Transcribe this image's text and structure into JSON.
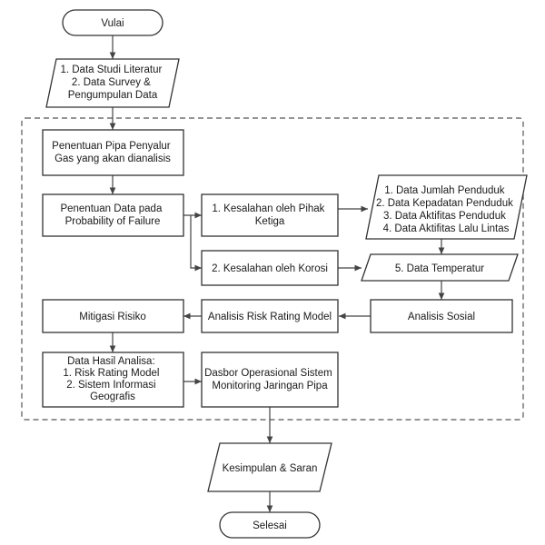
{
  "nodes": {
    "start": [
      "Vulai"
    ],
    "input_data": [
      "1. Data Studi Literatur",
      "2. Data Survey &",
      "Pengumpulan Data"
    ],
    "penentuan_pipa": [
      "Penentuan Pipa Penyalur",
      "Gas yang akan dianalisis"
    ],
    "penentuan_data": [
      "Penentuan Data pada",
      "Probability of Failure"
    ],
    "kesalahan_pihak": [
      "1. Kesalahan oleh Pihak",
      "Ketiga"
    ],
    "kesalahan_korosi": [
      "2. Kesalahan oleh Korosi"
    ],
    "data_penduduk": [
      "1. Data Jumlah Penduduk",
      "2. Data Kepadatan Penduduk",
      "3. Data Aktifitas Penduduk",
      "4. Data Aktifitas Lalu Lintas"
    ],
    "data_temperatur": [
      "5. Data Temperatur"
    ],
    "analisis_sosial": [
      "Analisis Sosial"
    ],
    "analisis_risk": [
      "Analisis Risk Rating Model"
    ],
    "mitigasi": [
      "Mitigasi Risiko"
    ],
    "data_hasil": [
      "Data Hasil Analisa:",
      "1. Risk Rating Model",
      "2. Sistem Informasi",
      "Geografis"
    ],
    "dasbor": [
      "Dasbor Operasional Sistem",
      "Monitoring Jaringan Pipa"
    ],
    "kesimpulan": [
      "Kesimpulan & Saran"
    ],
    "end": [
      "Selesai"
    ]
  }
}
